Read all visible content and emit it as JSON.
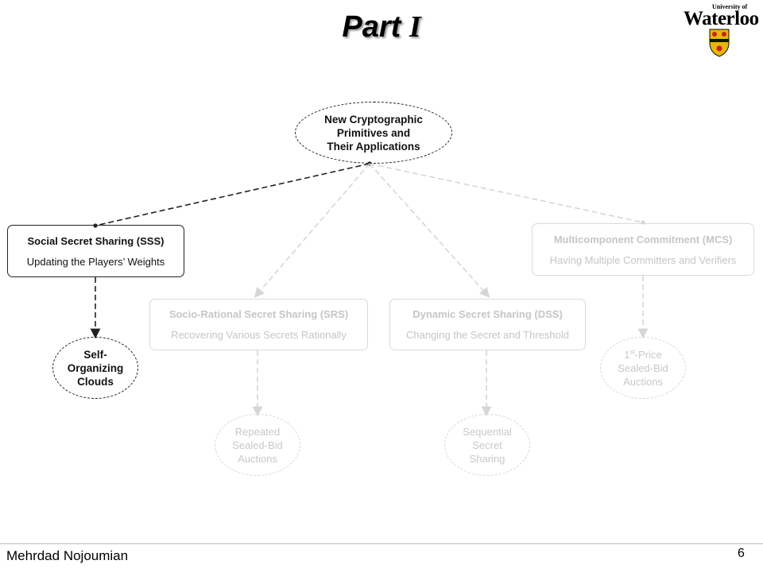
{
  "slide": {
    "title_main": "Part ",
    "title_roman": "I",
    "page_number": "6",
    "author": "Mehrdad Nojoumian"
  },
  "logo": {
    "small_text": "University of",
    "wordmark": "Waterloo",
    "shield_colors": {
      "gold": "#e6b800",
      "red": "#cc2020",
      "black": "#111111"
    }
  },
  "diagram": {
    "root": {
      "line1": "New Cryptographic",
      "line2": "Primitives and",
      "line3": "Their Applications"
    },
    "branches": [
      {
        "heading": "Social Secret Sharing (SSS)",
        "subtitle": "Updating the Players’ Weights"
      },
      {
        "heading": "Socio-Rational Secret Sharing (SRS)",
        "subtitle": "Recovering Various Secrets Rationally"
      },
      {
        "heading": "Dynamic Secret Sharing (DSS)",
        "subtitle": "Changing the Secret and Threshold"
      },
      {
        "heading": "Multicomponent Commitment (MCS)",
        "subtitle": "Having Multiple Committers and Verifiers"
      }
    ],
    "leaves": [
      {
        "line1": "Self-",
        "line2": "Organizing",
        "line3": "Clouds"
      },
      {
        "line1": "Repeated",
        "line2": "Sealed-Bid",
        "line3": "Auctions"
      },
      {
        "line1": "Sequential",
        "line2": "Secret",
        "line3": "Sharing"
      },
      {
        "line1_prefix": "1",
        "line1_sup": "st",
        "line1_suffix": "-Price",
        "line2": "Sealed-Bid",
        "line3": "Auctions"
      }
    ],
    "colors": {
      "active": "#222222",
      "faded": "#d6d6d6"
    }
  }
}
